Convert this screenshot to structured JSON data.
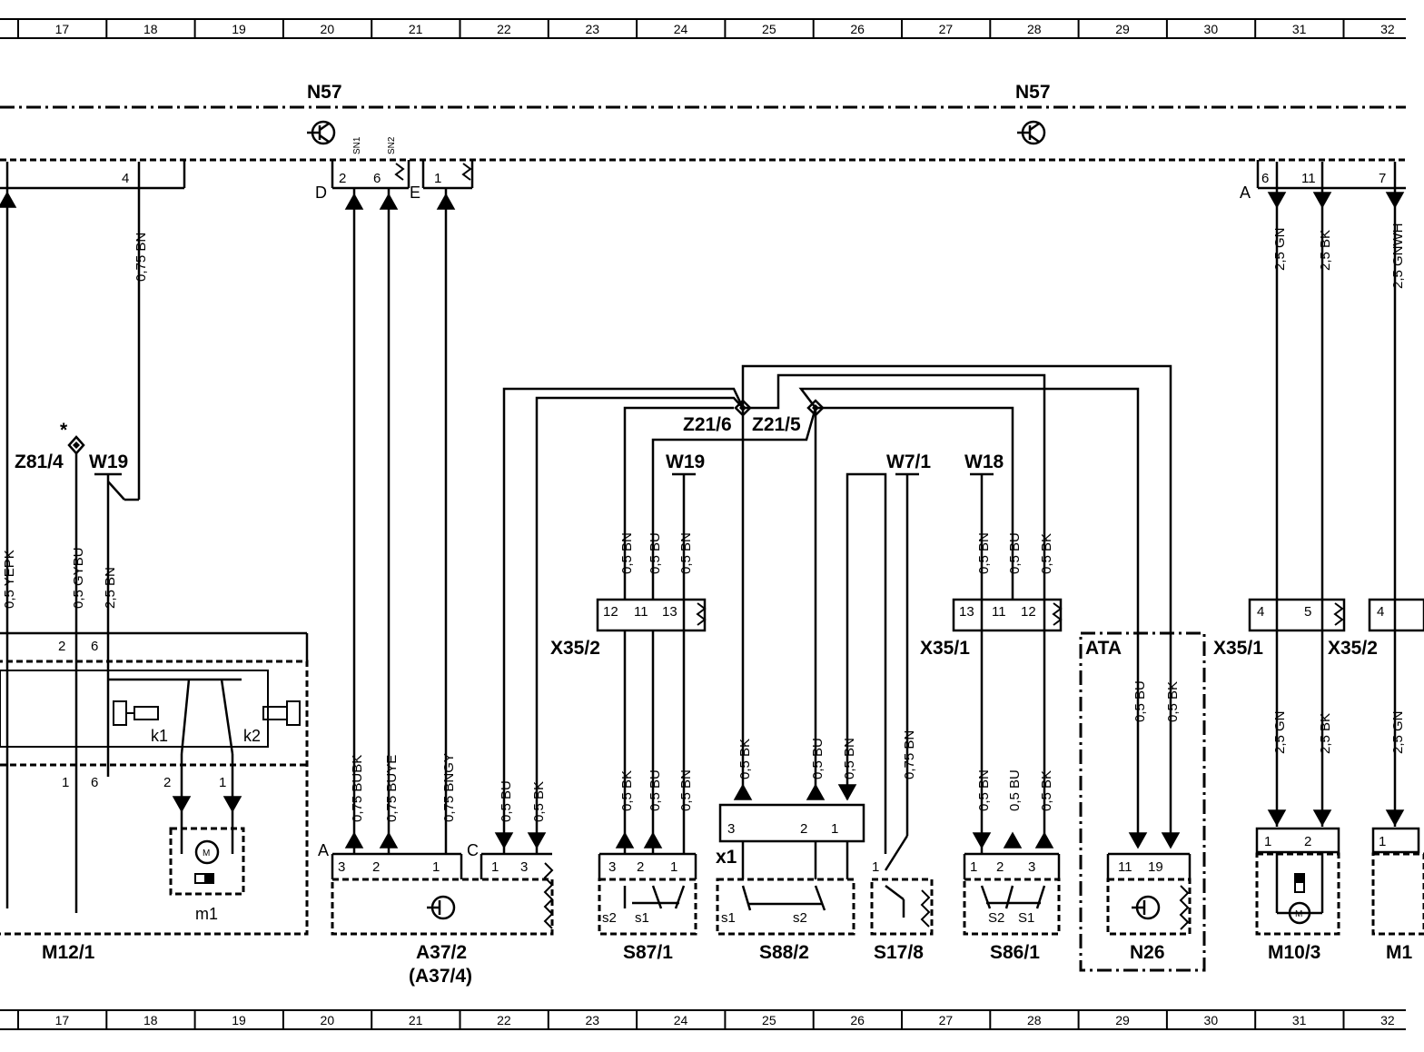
{
  "ruler": {
    "columns": [
      "17",
      "18",
      "19",
      "20",
      "21",
      "22",
      "23",
      "24",
      "25",
      "26",
      "27",
      "28",
      "29",
      "30",
      "31",
      "32"
    ]
  },
  "components": {
    "n57_left": "N57",
    "n57_right": "N57",
    "z81_4": "Z81/4",
    "z81_star": "*",
    "w19_left": "W19",
    "w19_mid": "W19",
    "z21_6": "Z21/6",
    "z21_5": "Z21/5",
    "w7_1": "W7/1",
    "w18": "W18",
    "x35_2_left": "X35/2",
    "x35_1_mid": "X35/1",
    "ata": "ATA",
    "x35_1_right": "X35/1",
    "x35_2_right": "X35/2",
    "m12_1": "M12/1",
    "m1": "m1",
    "k1": "k1",
    "k2": "k2",
    "a37_2": "A37/2",
    "a37_4": "(A37/4)",
    "s87_1": "S87/1",
    "s88_2": "S88/2",
    "s17_8": "S17/8",
    "s86_1": "S86/1",
    "n26": "N26",
    "m10_3": "M10/3",
    "m1_cut": "M1",
    "x1": "x1",
    "sn1": "SN1",
    "sn2": "SN2"
  },
  "connector_letters": {
    "d": "D",
    "e": "E",
    "a_top": "A",
    "a_bottom": "A",
    "c_bottom": "C"
  },
  "switch_labels": {
    "s87_s2": "s2",
    "s87_s1": "s1",
    "s88_s1": "s1",
    "s88_s2": "s2",
    "s86_s2": "S2",
    "s86_s1": "S1"
  },
  "wires": {
    "bn_075_top": "0,75 BN",
    "gn_25_a": "2,5 GN",
    "bk_25_a": "2,5 BK",
    "gnwh_25": "2,5 GNWH",
    "yepk": "0,5 YEPK",
    "gybu": "0,5 GYBU",
    "bn_25_w19": "2,5 BN",
    "x352_bn": "0,5 BN",
    "x352_bu": "0,5 BU",
    "x352_bn2": "0,5 BN",
    "x351_bn": "0,5 BN",
    "x351_bu": "0,5 BU",
    "x351_bk": "0,5 BK",
    "a37_bubk": "0,75 BUBK",
    "a37_buye": "0,75 BUYE",
    "a37_bngy": "0,75 BNGY",
    "a37_bu": "0,5 BU",
    "a37_bk": "0,5 BK",
    "s87_bk": "0,5 BK",
    "s87_bu": "0,5 BU",
    "s87_bn": "0,5 BN",
    "s88_bk": "0,5 BK",
    "s88_bu": "0,5 BU",
    "s88_bn": "0,5 BN",
    "s17_bn": "0,75 BN",
    "s86_bn": "0,5 BN",
    "s86_bu": "0,5 BU",
    "s86_bk": "0,5 BK",
    "ata_bu": "0,5 BU",
    "ata_bk": "0,5 BK",
    "gn_25_b": "2,5 GN",
    "bk_25_b": "2,5 BK",
    "gn_25_c": "2,5 GN"
  },
  "pins": {
    "top_4": "4",
    "top_d2": "2",
    "top_d6": "6",
    "top_e1": "1",
    "top_a6": "6",
    "top_a11": "11",
    "top_a7": "7",
    "m12_2": "2",
    "m12_6": "6",
    "m12_1b": "1",
    "m12_6b": "6",
    "m12_m2": "2",
    "m12_m1": "1",
    "x352_12": "12",
    "x352_11": "11",
    "x352_13": "13",
    "x351_13": "13",
    "x351_11": "11",
    "x351_12": "12",
    "x351r_4": "4",
    "x351r_5": "5",
    "x352r_4": "4",
    "a37_3": "3",
    "a37_2": "2",
    "a37_1": "1",
    "a37_c1": "1",
    "a37_c3": "3",
    "s87_3": "3",
    "s87_2": "2",
    "s87_1": "1",
    "s88_3": "3",
    "s88_2": "2",
    "s88_1": "1",
    "s17_1": "1",
    "s86_1": "1",
    "s86_2": "2",
    "s86_3": "3",
    "n26_11": "11",
    "n26_19": "19",
    "m103_1": "1",
    "m103_2": "2",
    "m1c_1": "1"
  }
}
